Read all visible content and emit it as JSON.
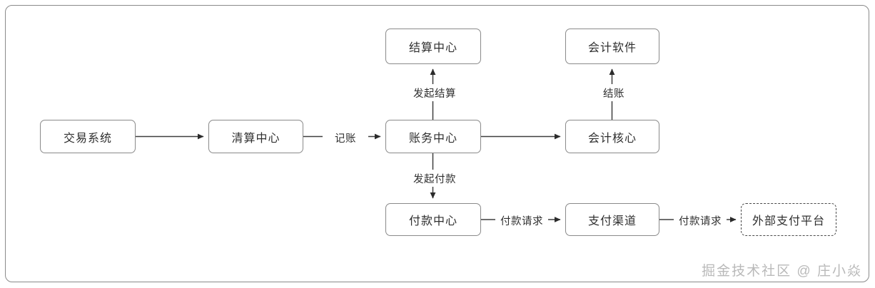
{
  "diagram": {
    "title": "",
    "frame": {
      "border_color": "#8a8a8a"
    },
    "nodes": [
      {
        "id": "settlement-center",
        "label": "结算中心",
        "style": "solid",
        "row": 1
      },
      {
        "id": "accounting-software",
        "label": "会计软件",
        "style": "solid",
        "row": 1
      },
      {
        "id": "transaction-system",
        "label": "交易系统",
        "style": "solid",
        "row": 2
      },
      {
        "id": "clearing-center",
        "label": "清算中心",
        "style": "solid",
        "row": 2
      },
      {
        "id": "account-center",
        "label": "账务中心",
        "style": "solid",
        "row": 2
      },
      {
        "id": "accounting-core",
        "label": "会计核心",
        "style": "solid",
        "row": 2
      },
      {
        "id": "payment-center",
        "label": "付款中心",
        "style": "solid",
        "row": 3
      },
      {
        "id": "payment-channel",
        "label": "支付渠道",
        "style": "solid",
        "row": 3
      },
      {
        "id": "external-payment-platform",
        "label": "外部支付平台",
        "style": "dashed",
        "row": 3
      }
    ],
    "edges": [
      {
        "id": "txn-to-clearing",
        "from": "transaction-system",
        "to": "clearing-center",
        "label": ""
      },
      {
        "id": "clearing-to-account",
        "from": "clearing-center",
        "to": "account-center",
        "label": "记账"
      },
      {
        "id": "account-to-settlement",
        "from": "account-center",
        "to": "settlement-center",
        "label": "发起结算"
      },
      {
        "id": "account-to-core",
        "from": "account-center",
        "to": "accounting-core",
        "label": ""
      },
      {
        "id": "core-to-software",
        "from": "accounting-core",
        "to": "accounting-software",
        "label": "结账"
      },
      {
        "id": "account-to-payment",
        "from": "account-center",
        "to": "payment-center",
        "label": "发起付款"
      },
      {
        "id": "payment-to-channel",
        "from": "payment-center",
        "to": "payment-channel",
        "label": "付款请求"
      },
      {
        "id": "channel-to-external",
        "from": "payment-channel",
        "to": "external-payment-platform",
        "label": "付款请求"
      }
    ]
  },
  "watermark": {
    "text": "掘金技术社区 @ 庄小焱",
    "color": "#b9b9b9"
  }
}
